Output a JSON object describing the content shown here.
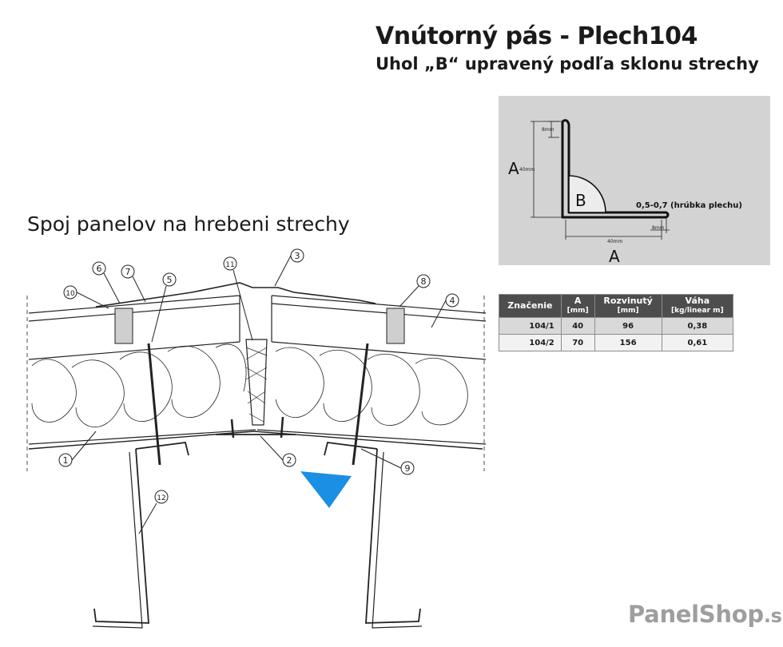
{
  "header": {
    "title": "Vnútorný pás - Plech104",
    "subtitle": "Uhol „B“ upravený podľa sklonu strechy"
  },
  "section": {
    "title": "Spoj panelov na hrebeni strechy"
  },
  "profile": {
    "label_a_side": "A",
    "label_a_bottom": "A",
    "label_b": "B",
    "dim_top": "8mm",
    "dim_side": "40mm",
    "dim_bottom": "40mm",
    "dim_fold": "8mm",
    "thickness": "0,5-0,7 (hrúbka plechu)"
  },
  "table": {
    "headers": [
      {
        "main": "Značenie",
        "sub": ""
      },
      {
        "main": "A",
        "sub": "[mm]"
      },
      {
        "main": "Rozvinutý",
        "sub": "[mm]"
      },
      {
        "main": "Váha",
        "sub": "[kg/linear m]"
      }
    ],
    "rows": [
      [
        "104/1",
        "40",
        "96",
        "0,38"
      ],
      [
        "104/2",
        "70",
        "156",
        "0,61"
      ]
    ]
  },
  "callouts": [
    "1",
    "2",
    "3",
    "4",
    "5",
    "6",
    "7",
    "8",
    "9",
    "10",
    "11",
    "12"
  ],
  "brand": {
    "name": "PanelShop",
    "tld": ".sk"
  },
  "colors": {
    "arrow": "#1a8fe3",
    "profile_bg": "#d3d3d3",
    "table_header": "#4d4d4d"
  }
}
